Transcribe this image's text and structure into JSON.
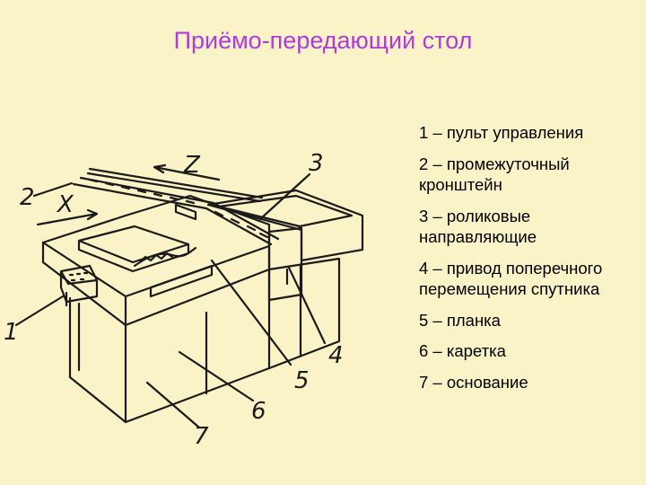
{
  "slide": {
    "title": "Приёмо-передающий стол",
    "colors": {
      "background": "#fbf3c8",
      "title": "#b03bd6",
      "drawing": "#1a1a1a"
    }
  },
  "figure": {
    "axis_labels": [
      "Z",
      "X"
    ],
    "callouts": [
      "1",
      "2",
      "3",
      "4",
      "5",
      "6",
      "7"
    ]
  },
  "legend": [
    "1 – пульт управления",
    "2 – промежуточный кронштейн",
    "3 – роликовые направляющие",
    "4 – привод поперечного перемещения спутника",
    "5 – планка",
    "6 – каретка",
    "7 – основание"
  ]
}
